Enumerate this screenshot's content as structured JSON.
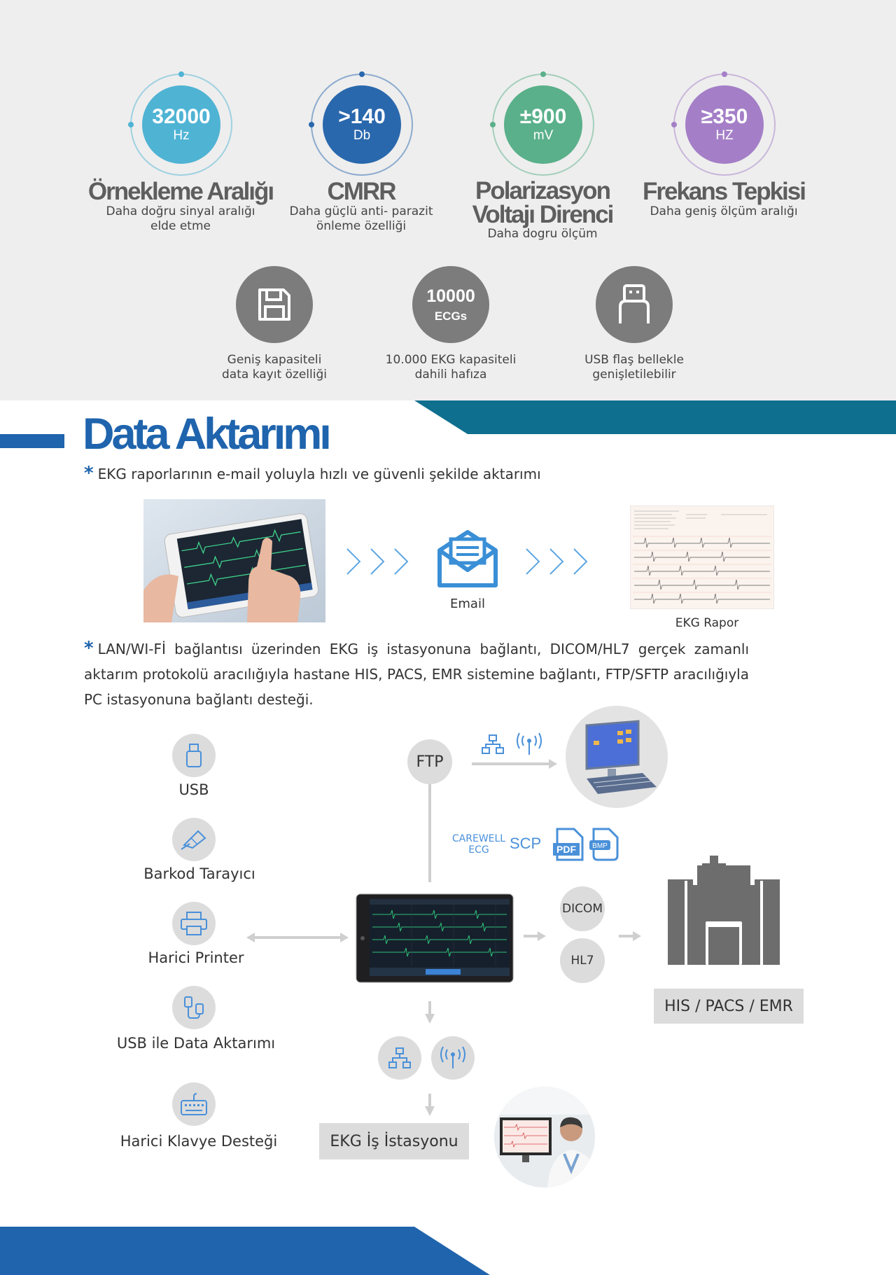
{
  "specs": [
    {
      "value": "32000",
      "unit": "Hz",
      "title": "Örnekleme Aralığı",
      "desc": "Daha doğru sinyal aralığı\nelde etme",
      "color": "#4fb3d4"
    },
    {
      "value": ">140",
      "unit": "Db",
      "title": "CMRR",
      "desc": "Daha güçlü anti- parazit\nönleme özelliği",
      "color": "#2a68ad"
    },
    {
      "value": "±900",
      "unit": "mV",
      "title": "Polarizasyon\nVoltajı Direnci",
      "desc": "Daha dogru ölçüm",
      "color": "#5ab08a"
    },
    {
      "value": "≥350",
      "unit": "HZ",
      "title": "Frekans Tepkisi",
      "desc": "Daha geniş ölçüm aralığı",
      "color": "#a47fc7"
    }
  ],
  "features": [
    {
      "icon": "floppy-disk-icon",
      "desc": "Geniş kapasiteli\ndata kayıt özelliği"
    },
    {
      "value": "10000",
      "unit": "ECGs",
      "desc": "10.000 EKG kapasiteli\ndahili hafıza"
    },
    {
      "icon": "usb-flash-icon",
      "desc": "USB flaş bellekle\ngenişletilebilir"
    }
  ],
  "section": {
    "title": "Data Aktarımı"
  },
  "bullets": {
    "email": "EKG raporlarının e-mail yoluyla hızlı ve güvenli şekilde aktarımı",
    "lan": "LAN/WI-Fİ bağlantısı üzerinden EKG iş istasyonuna bağlantı, DICOM/HL7 gerçek zamanlı aktarım protokolü aracılığıyla hastane HIS, PACS, EMR sistemine bağlantı, FTP/SFTP aracılığıyla PC istasyonuna bağlantı desteği."
  },
  "email_flow": {
    "email_label": "Email",
    "report_label": "EKG Rapor"
  },
  "peripherals": {
    "usb": "USB",
    "barcode": "Barkod Tarayıcı",
    "printer": "Harici Printer",
    "usb_transfer": "USB ile Data Aktarımı",
    "keyboard": "Harici Klavye Desteği"
  },
  "network": {
    "ftp": "FTP",
    "brand_line1": "CAREWELL",
    "brand_line2": "ECG",
    "scp": "SCP",
    "pdf": "PDF",
    "bmp": "BMP",
    "dicom": "DICOM",
    "hl7": "HL7",
    "his": "HIS / PACS / EMR",
    "workstation": "EKG İş İstasyonu"
  },
  "colors": {
    "brand_blue": "#1f64ad",
    "teal": "#0e6f8f",
    "gray_bg": "#eeeeee"
  }
}
